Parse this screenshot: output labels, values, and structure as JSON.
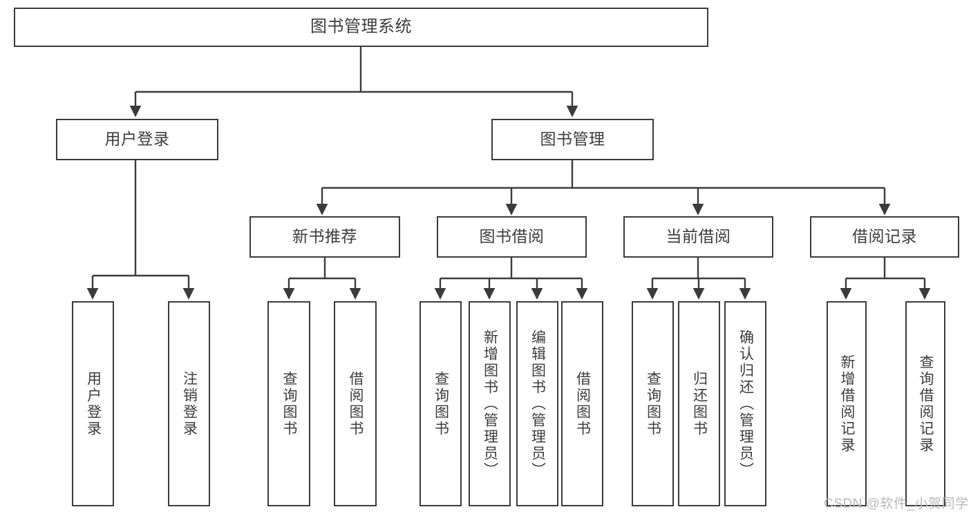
{
  "diagram": {
    "title": "图书管理系统",
    "stroke_color": "#3b3b3b",
    "text_color": "#3c3c3c",
    "background": "#ffffff",
    "levels": {
      "root": {
        "label": "图书管理系统"
      },
      "level2": [
        {
          "label": "用户登录"
        },
        {
          "label": "图书管理"
        }
      ],
      "level3": [
        {
          "label": "新书推荐"
        },
        {
          "label": "图书借阅"
        },
        {
          "label": "当前借阅"
        },
        {
          "label": "借阅记录"
        }
      ],
      "leaves": {
        "user_login": [
          {
            "label": "用户登录"
          },
          {
            "label": "注销登录"
          }
        ],
        "new_book_recommend": [
          {
            "label": "查询图书"
          },
          {
            "label": "借阅图书"
          }
        ],
        "book_borrow": [
          {
            "label": "查询图书"
          },
          {
            "label": "新增图书（管理员）"
          },
          {
            "label": "编辑图书（管理员）"
          },
          {
            "label": "借阅图书"
          }
        ],
        "current_borrow": [
          {
            "label": "查询图书"
          },
          {
            "label": "归还图书"
          },
          {
            "label": "确认归还（管理员）"
          }
        ],
        "borrow_record": [
          {
            "label": "新增借阅记录"
          },
          {
            "label": "查询借阅记录"
          }
        ]
      }
    },
    "watermark": "CSDN @软件_小贺同学"
  }
}
